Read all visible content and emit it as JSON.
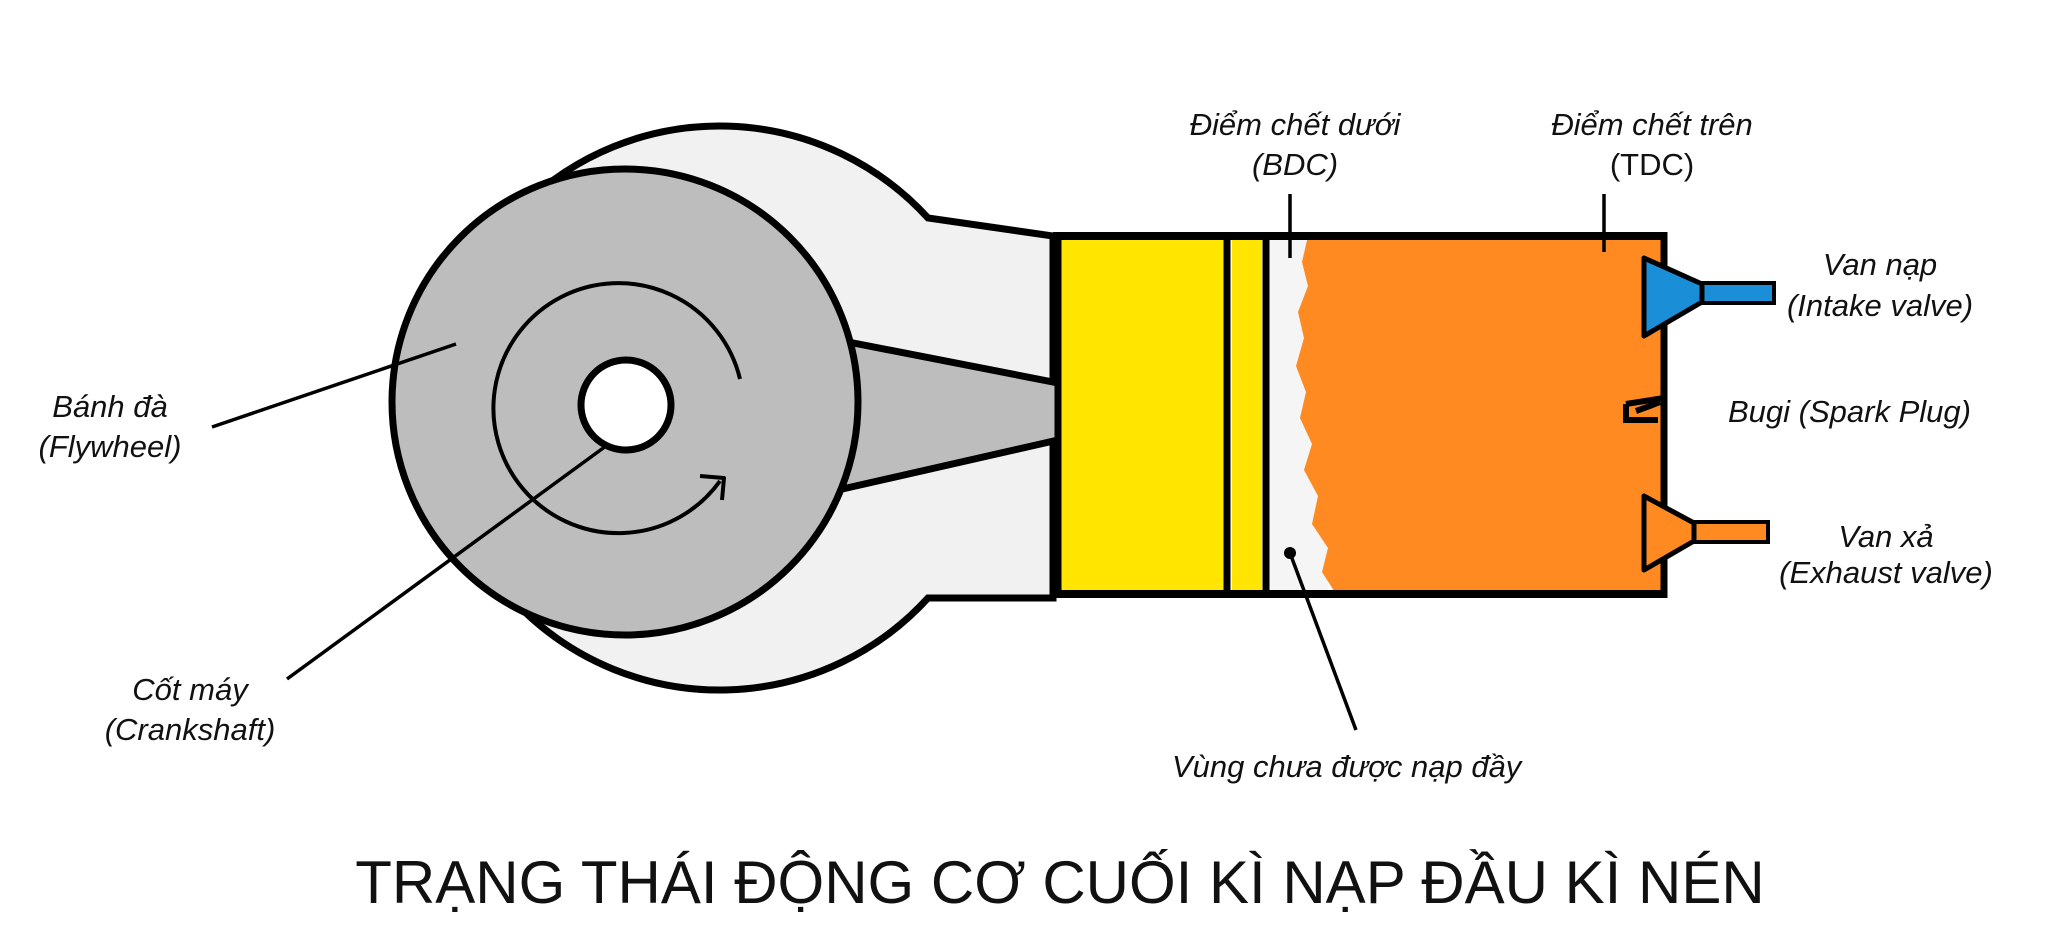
{
  "title": "TRẠNG THÁI ĐỘNG CƠ CUỐI KÌ NẠP ĐẦU KÌ NÉN",
  "labels": {
    "flywheel": {
      "vi": "Bánh đà",
      "en": "(Flywheel)"
    },
    "crankshaft": {
      "vi": "Cốt máy",
      "en": "(Crankshaft)"
    },
    "bdc": {
      "vi": "Điểm chết dưới",
      "en": "(BDC)"
    },
    "tdc": {
      "vi": "Điểm chết trên",
      "en": "(TDC)"
    },
    "intake_valve": {
      "vi": "Van nạp",
      "en": "(Intake valve)"
    },
    "spark_plug": {
      "text": "Bugi (Spark Plug)"
    },
    "exhaust_valve": {
      "vi": "Van xả",
      "en": "(Exhaust valve)"
    },
    "unfilled_zone": {
      "text": "Vùng chưa được nạp đầy"
    }
  },
  "colors": {
    "flywheel_fill": "#bdbdbd",
    "housing_fill": "#f1f1f1",
    "piston_fill": "#ffe500",
    "charge_fill": "#ff8a22",
    "intake_valve": "#1a8fd8",
    "exhaust_valve": "#ff8a22",
    "outline": "#000000"
  },
  "icons": {
    "rotation": "rotation-arrow-icon",
    "spark_plug": "spark-plug-icon"
  }
}
